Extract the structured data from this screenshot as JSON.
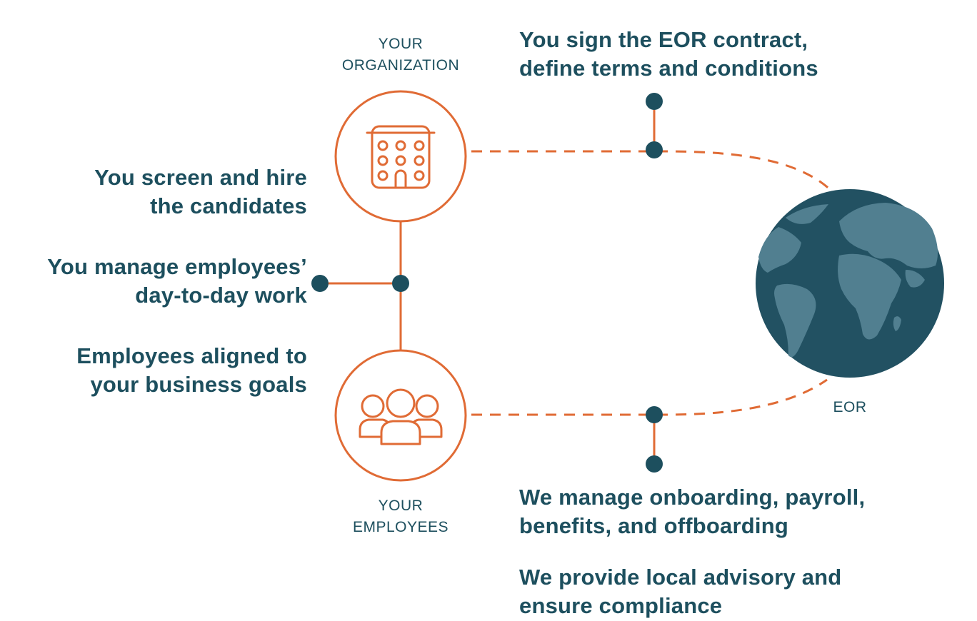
{
  "colors": {
    "accent": "#e06b35",
    "navy": "#1d4f5e",
    "globe_ocean": "#225162",
    "globe_land": "#517f90"
  },
  "organization": {
    "label_lines": [
      "YOUR",
      "ORGANIZATION"
    ],
    "icon": "building-icon"
  },
  "employees": {
    "label_lines": [
      "YOUR",
      "EMPLOYEES"
    ],
    "icon": "people-group-icon"
  },
  "eor": {
    "label": "EOR",
    "icon": "globe-icon"
  },
  "left_statements": [
    {
      "lines": [
        "You screen and hire",
        "the candidates"
      ]
    },
    {
      "lines": [
        "You manage employees’",
        "day-to-day work"
      ]
    },
    {
      "lines": [
        "Employees aligned to",
        "your business goals"
      ]
    }
  ],
  "top_statement": {
    "lines": [
      "You sign the EOR contract,",
      "define terms and conditions"
    ]
  },
  "bottom_statements": [
    {
      "lines": [
        "We manage onboarding, payroll,",
        "benefits, and offboarding"
      ]
    },
    {
      "lines": [
        "We provide local advisory and",
        "ensure compliance"
      ]
    }
  ]
}
